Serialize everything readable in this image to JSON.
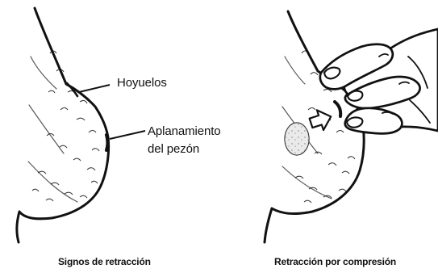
{
  "panels": {
    "left": {
      "callouts": {
        "dimpling": "Hoyuelos",
        "flattening_line1": "Aplanamiento",
        "flattening_line2": "del pezón"
      },
      "caption": "Signos de retracción"
    },
    "right": {
      "caption": "Retracción por compresión"
    }
  },
  "colors": {
    "ink": "#111111",
    "lesion": "#d9d9d9",
    "background": "#ffffff"
  },
  "icons": {
    "hand": "hand-icon",
    "arrow": "compression-arrow-icon",
    "lesion": "lesion-icon"
  }
}
